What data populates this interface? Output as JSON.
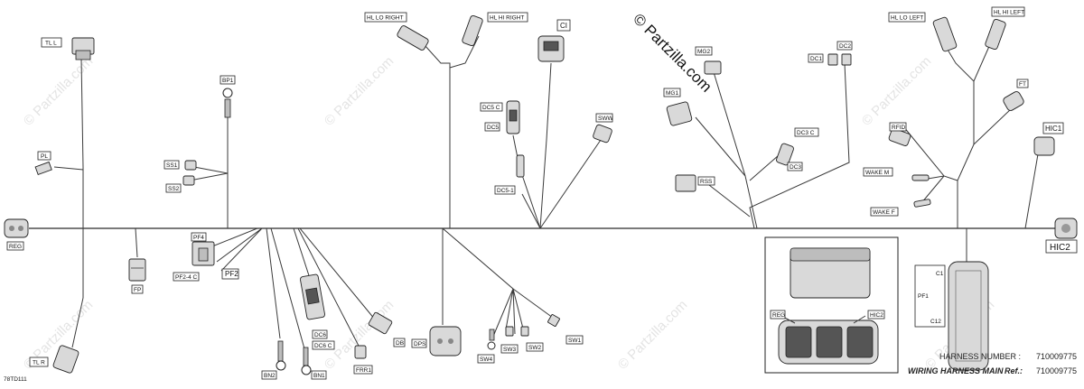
{
  "watermark": "© Partzilla.com",
  "watermark_center": "© Partzilla.com",
  "labels": {
    "tl_l": "TL L",
    "tl_r": "TL R",
    "pl": "PL",
    "reg": "REG",
    "fp": "FP",
    "bp1": "BP1",
    "ss1": "SS1",
    "ss2": "SS2",
    "pf4": "PF4",
    "pf24c": "PF2-4 C",
    "pf2": "PF2",
    "hl_lo_right": "HL LO RIGHT",
    "hl_hi_right": "HL HI RIGHT",
    "ci": "CI",
    "dc5c": "DC5 C",
    "dc5": "DC5",
    "dc51": "DC5-1",
    "sww": "SWW",
    "bn2": "BN2",
    "bn1": "BN1",
    "dc6": "DC6",
    "dc6c": "DC6 C",
    "frr1": "FRR1",
    "db": "DB",
    "dps": "DPS",
    "sw4": "SW4",
    "sw3": "SW3",
    "sw2": "SW2",
    "sw1": "SW1",
    "mg2": "MG2",
    "mg1": "MG1",
    "rss": "RSS",
    "dc1": "DC1",
    "dc2": "DC2",
    "dc3c": "DC3 C",
    "dc3": "DC3",
    "hl_lo_left": "HL LO LEFT",
    "hl_hi_left": "HL HI LEFT",
    "ft": "FT",
    "rfid": "RFID",
    "hic1": "HIC1",
    "wake_m": "WAKE M",
    "wake_f": "WAKE F",
    "hic2": "HIC2",
    "inset_reg": "REG",
    "inset_hic2": "HIC2",
    "c1": "C1",
    "pf1": "PF1",
    "c12": "C12"
  },
  "footer": {
    "harness_number_label": "HARNESS NUMBER :",
    "harness_number_value": "710009775",
    "wiring_harness_label": "WIRING HARNESS MAIN",
    "ref_label": "Ref.:",
    "ref_value": "710009775",
    "diagram_code": "78TD111"
  }
}
